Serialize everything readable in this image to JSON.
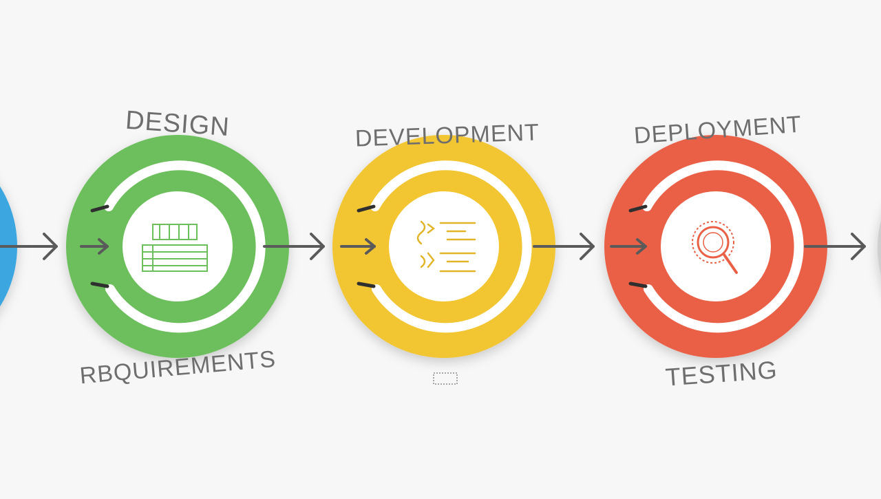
{
  "labels": {
    "design": "DESIGN",
    "development": "DEVELOPMENT",
    "deployment": "DEPLOYMENT",
    "requirements": "RBQUIREMENTS",
    "testing": "TESTING"
  },
  "colors": {
    "background": "#f7f7f7",
    "blue": "#3aa6e0",
    "green": "#6cbf5c",
    "yellow": "#f2c531",
    "red": "#ea6046",
    "gray": "#cfcfcf",
    "arrow": "#5a5a5a",
    "label": "#6e6e6e"
  },
  "icons": {
    "design": "wireframe-layout-icon",
    "development": "code-blocks-icon",
    "deployment": "magnifier-gear-icon"
  }
}
